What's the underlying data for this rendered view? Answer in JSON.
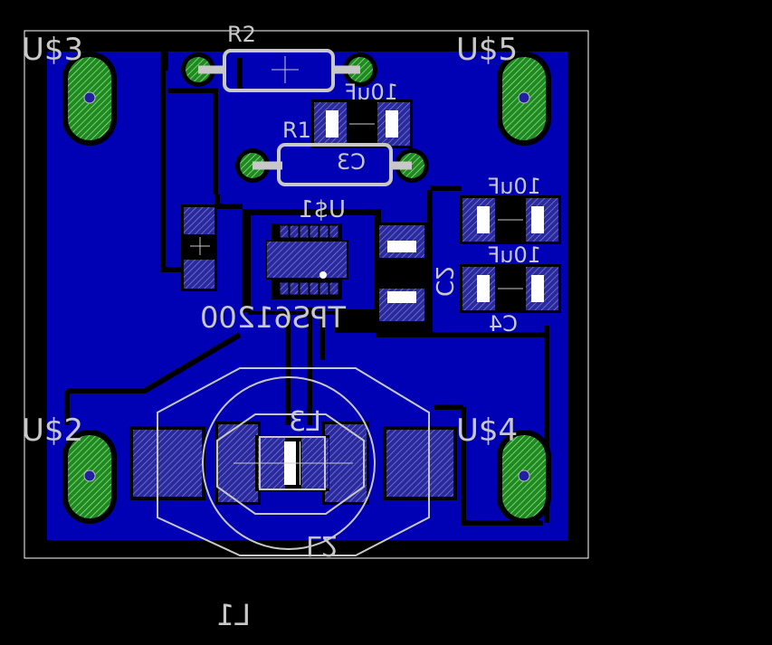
{
  "board": {
    "colors": {
      "background": "#000000",
      "copper": "#0000b4",
      "pad": "#1e1e96",
      "via": "#2a9a2a",
      "silk": "#c8c8c8",
      "outline": "#ffffff"
    }
  },
  "labels": {
    "us3": "U$3",
    "us5": "U$5",
    "us2": "U$2",
    "us4": "U$4",
    "r2": "R2",
    "r1": "R1",
    "c3": "C3",
    "c3_value": "10uF",
    "us1": "U$1",
    "us1_part": "TPS61200",
    "c2": "C2",
    "c1_value": "10uF",
    "c4_value": "10uF",
    "c4": "C4",
    "l3": "L3",
    "l2": "L2",
    "l1": "L1"
  }
}
